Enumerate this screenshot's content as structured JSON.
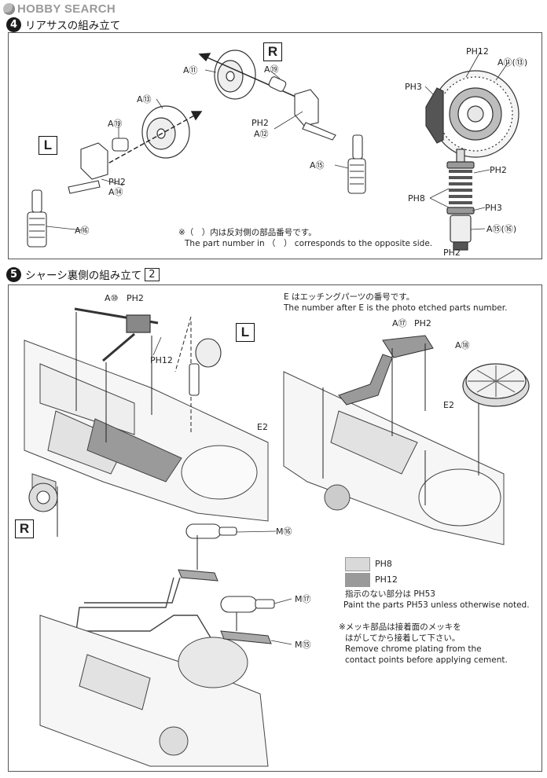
{
  "watermark": {
    "brand": "HOBBY SEARCH"
  },
  "step4": {
    "number": "4",
    "title": "リアサスの組み立て",
    "side_right": "R",
    "side_left": "L",
    "labels": {
      "a11": "A⑪",
      "a19_r": "A⑲",
      "ph2_r": "PH2",
      "a12": "A⑫",
      "a15": "A⑮",
      "a13": "A⑬",
      "a19_l": "A⑲",
      "ph2_l": "PH2",
      "a14": "A⑭",
      "a16": "A⑯",
      "ph12_disc": "PH12",
      "a11_13": "A⑪(⑬)",
      "ph3_disc": "PH3",
      "ph2_shock": "PH2",
      "ph8_shock": "PH8",
      "ph3_shock": "PH3",
      "a15_16": "A⑮(⑯)",
      "ph2_shock_bottom": "PH2"
    },
    "note_jp": "※（　）内は反対側の部品番号です。",
    "note_en": "The part number in （　） corresponds to the opposite side."
  },
  "step5": {
    "number": "5",
    "title": "シャーシ裏側の組み立て",
    "sub_step": "2",
    "side_left": "L",
    "side_right": "R",
    "labels": {
      "a10": "A⑩",
      "ph2_a10": "PH2",
      "ph12_left": "PH12",
      "a17": "A⑰",
      "ph2_a17": "PH2",
      "a18": "A⑱",
      "e2_right": "E2",
      "e2_left": "E2",
      "m76": "M⑯",
      "m77": "M⑰",
      "m75": "M⑮"
    },
    "etch_note_jp": "E はエッチングパーツの番号です。",
    "etch_note_en": "The number after E is the photo etched parts  number.",
    "legend": [
      {
        "label": "PH8",
        "color": "#d9d9d9"
      },
      {
        "label": "PH12",
        "color": "#9a9a9a"
      }
    ],
    "paint_note_jp": "指示のない部分は PH53",
    "paint_note_en": "Paint the parts PH53 unless otherwise noted.",
    "chrome_note": [
      "※メッキ部品は接着面のメッキを",
      "はがしてから接着して下さい。",
      "Remove chrome plating from the",
      "contact points before applying cement."
    ]
  }
}
